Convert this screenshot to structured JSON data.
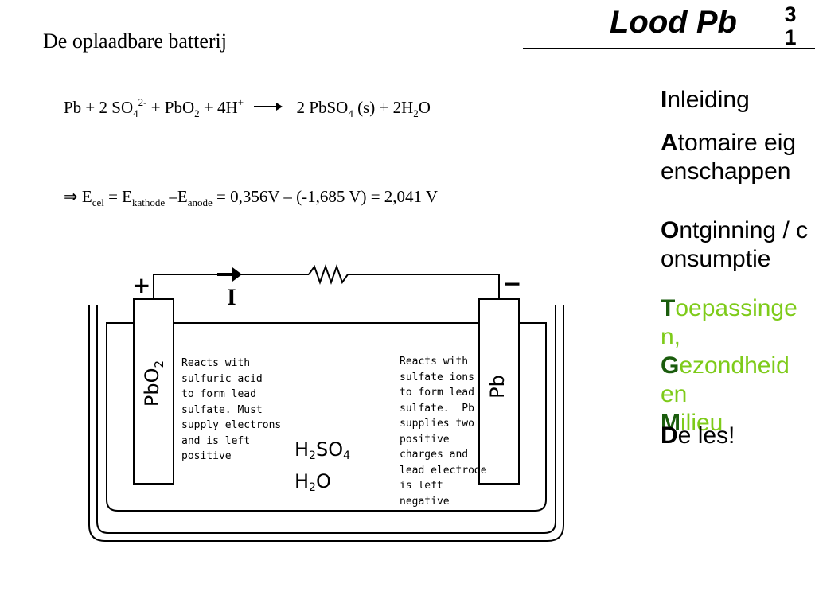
{
  "header": {
    "title": "Lood Pb",
    "page_number": "31"
  },
  "slide": {
    "title": "De oplaadbare batterij"
  },
  "reaction": {
    "lhs_pb": "Pb + 2 SO",
    "lhs_sub4": "4",
    "lhs_sup": "2-",
    "lhs_pbo": " + PbO",
    "lhs_sub2": "2",
    "lhs_h": " + 4H",
    "lhs_plus": "+",
    "rhs_pbso": "2 PbSO",
    "rhs_sub4": "4",
    "rhs_s": " (s) +  2H",
    "rhs_sub2": "2",
    "rhs_o": "O"
  },
  "cell_potential": {
    "implies": "⇒",
    "e1": " E",
    "sub_cel": "cel",
    "eq1": " = E",
    "sub_kathode": "kathode",
    "minus_e": " –E",
    "sub_anode": "anode",
    "rest": " = 0,356V – (-1,685 V) = 2,041 V"
  },
  "menu": [
    {
      "initial": "I",
      "rest": "nleiding",
      "color": "#000000"
    },
    {
      "initial": "A",
      "rest": "tomaire eigenschappen",
      "color": "#000000"
    },
    {
      "initial": "O",
      "rest": "ntginning / consumptie",
      "color": "#000000"
    },
    {
      "initial": "T",
      "rest": "oepassingen,",
      "color": "#7ecb1a"
    },
    {
      "initial": "G",
      "rest": "ezondheid en",
      "color": "#7ecb1a"
    },
    {
      "initial": "M",
      "rest": "ilieu",
      "color": "#7ecb1a"
    },
    {
      "initial": "D",
      "rest": "e les!",
      "color": "#000000"
    }
  ],
  "diagram": {
    "plus_sign": "+",
    "minus_sign": "−",
    "current_label": "I",
    "cathode_label": "PbO",
    "cathode_sub": "2",
    "anode_label": "Pb",
    "left_text": "Reacts with\nsulfuric acid\nto form lead\nsulfate. Must\nsupply electrons\nand is left\npositive",
    "right_text": "Reacts with\nsulfate ions\nto form lead\nsulfate.  Pb\nsupplies two\npositive\ncharges and\nlead electrode\nis left\nnegative",
    "electrolyte1_a": "H",
    "electrolyte1_sub": "2",
    "electrolyte1_b": "SO",
    "electrolyte1_sub2": "4",
    "electrolyte2_a": "H",
    "electrolyte2_sub": "2",
    "electrolyte2_b": "O"
  }
}
